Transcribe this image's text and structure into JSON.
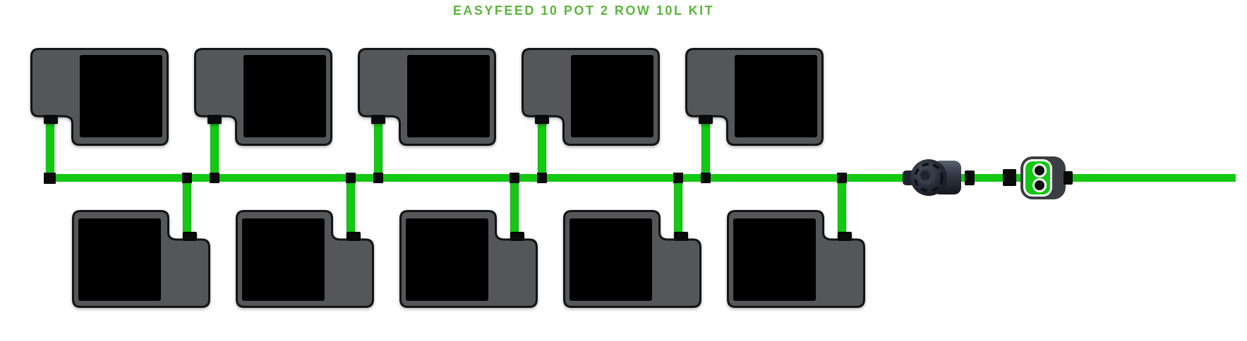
{
  "title": {
    "text": "EASYFEED 10 POT 2 ROW 10L KIT"
  },
  "kit": {
    "pot_count": "10",
    "row_count": "2",
    "pot_size": "10L",
    "top_row_pots": 5,
    "bottom_row_pots": 5
  },
  "components": {
    "pot": "pot-with-tray",
    "main_line": "main-supply-tube",
    "feed_tube": "pot-feed-tube",
    "tee": "tee-fitting",
    "elbow": "elbow-fitting",
    "straight_fitting": "straight-fitting",
    "filter": "inline-filter",
    "valve": "easyfeed-doser-valve"
  },
  "theme": {
    "tube-green": "#14c814",
    "title-green": "#5cb53c",
    "pot-gray": "#555658",
    "pot-border": "#141414",
    "pot-hole": "#000000",
    "fitting-black": "#0a0a0a",
    "valve-shell": "#3b3e42",
    "bg": "#ffffff"
  }
}
